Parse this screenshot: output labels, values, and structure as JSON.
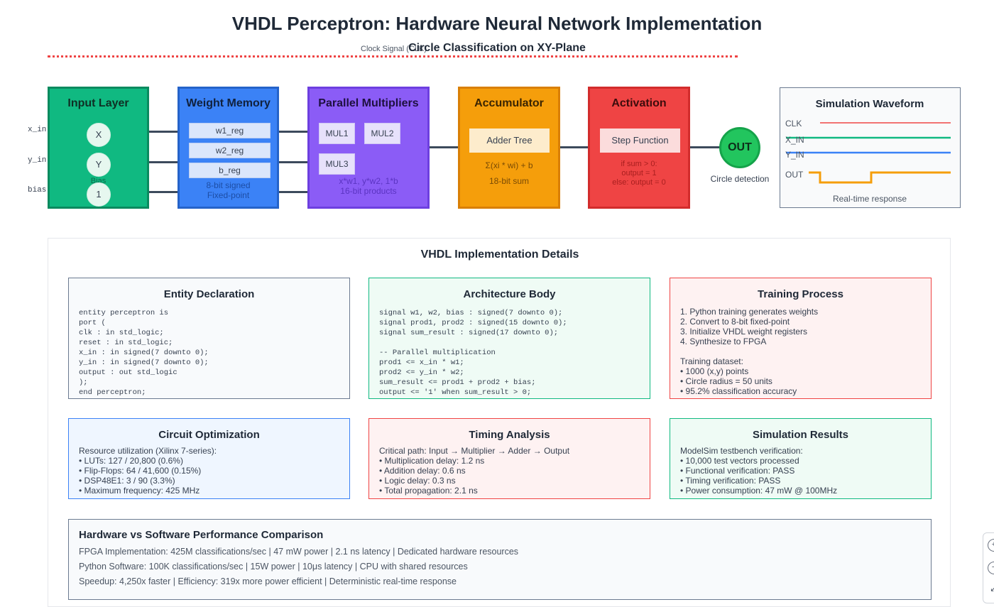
{
  "header": {
    "title": "VHDL Perceptron: Hardware Neural Network Implementation",
    "subtitle": "Circle Classification on XY-Plane",
    "clock_label": "Clock Signal (CLK)"
  },
  "signals": {
    "x_in": "x_in",
    "y_in": "y_in",
    "bias": "bias"
  },
  "blocks": {
    "input": {
      "title": "Input Layer",
      "nodes": [
        "X",
        "Y",
        "1"
      ],
      "bias_label": "Bias"
    },
    "weights": {
      "title": "Weight Memory",
      "regs": [
        "w1_reg",
        "w2_reg",
        "b_reg"
      ],
      "note1": "8-bit signed",
      "note2": "Fixed-point"
    },
    "multipliers": {
      "title": "Parallel Multipliers",
      "units": [
        "MUL1",
        "MUL2",
        "MUL3"
      ],
      "note1": "x*w1, y*w2, 1*b",
      "note2": "16-bit products"
    },
    "accumulator": {
      "title": "Accumulator",
      "inner": "Adder Tree",
      "note1": "Σ(xi * wi) + b",
      "note2": "18-bit sum"
    },
    "activation": {
      "title": "Activation",
      "inner": "Step Function",
      "note1": "if sum > 0:",
      "note2": "output = 1",
      "note3": "else: output = 0"
    },
    "output": {
      "label": "OUT",
      "caption": "Circle detection"
    }
  },
  "waveform": {
    "title": "Simulation Waveform",
    "signals": [
      "CLK",
      "X_IN",
      "Y_IN",
      "OUT"
    ],
    "caption": "Real-time response",
    "colors": {
      "CLK": "#ef4444",
      "X_IN": "#10b981",
      "Y_IN": "#3b82f6",
      "OUT": "#f59e0b"
    }
  },
  "details": {
    "title": "VHDL Implementation Details",
    "entity": {
      "title": "Entity Declaration",
      "lines": [
        "entity perceptron is",
        "port (",
        "clk : in std_logic;",
        "reset : in std_logic;",
        "x_in : in signed(7 downto 0);",
        "y_in : in signed(7 downto 0);",
        "output : out std_logic",
        ");",
        "end perceptron;"
      ]
    },
    "architecture": {
      "title": "Architecture Body",
      "lines": [
        "signal w1, w2, bias : signed(7 downto 0);",
        "signal prod1, prod2 : signed(15 downto 0);",
        "signal sum_result : signed(17 downto 0);",
        "",
        "-- Parallel multiplication",
        "prod1 <= x_in * w1;",
        "prod2 <= y_in * w2;",
        "sum_result <= prod1 + prod2 + bias;",
        "output <= '1' when sum_result > 0;"
      ]
    },
    "training": {
      "title": "Training Process",
      "lines": [
        "1. Python training generates weights",
        "2. Convert to 8-bit fixed-point",
        "3. Initialize VHDL weight registers",
        "4. Synthesize to FPGA",
        "",
        "Training dataset:",
        "• 1000 (x,y) points",
        "• Circle radius = 50 units",
        "• 95.2% classification accuracy"
      ]
    },
    "optimization": {
      "title": "Circuit Optimization",
      "lines": [
        "Resource utilization (Xilinx 7-series):",
        "• LUTs: 127 / 20,800 (0.6%)",
        "• Flip-Flops: 64 / 41,600 (0.15%)",
        "• DSP48E1: 3 / 90 (3.3%)",
        "• Maximum frequency: 425 MHz"
      ]
    },
    "timing": {
      "title": "Timing Analysis",
      "lines": [
        "Critical path: Input → Multiplier → Adder → Output",
        "• Multiplication delay: 1.2 ns",
        "• Addition delay: 0.6 ns",
        "• Logic delay: 0.3 ns",
        "• Total propagation: 2.1 ns"
      ]
    },
    "simulation": {
      "title": "Simulation Results",
      "lines": [
        "ModelSim testbench verification:",
        "• 10,000 test vectors processed",
        "• Functional verification: PASS",
        "• Timing verification: PASS",
        "• Power consumption: 47 mW @ 100MHz"
      ]
    },
    "comparison": {
      "title": "Hardware vs Software Performance Comparison",
      "lines": [
        "FPGA Implementation: 425M classifications/sec | 47 mW power | 2.1 ns latency | Dedicated hardware resources",
        "Python Software: 100K classifications/sec | 15W power | 10μs latency | CPU with shared resources",
        "Speedup: 4,250x faster | Efficiency: 319x more power efficient | Deterministic real-time response"
      ]
    }
  },
  "zoom": {
    "in_icon": "+",
    "out_icon": "−",
    "reset_icon": "↙"
  }
}
